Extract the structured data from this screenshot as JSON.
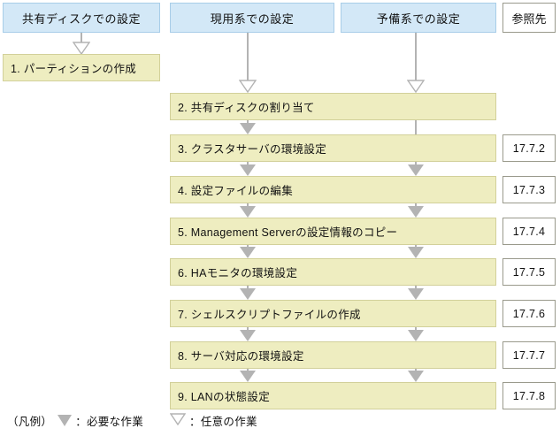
{
  "columns": [
    {
      "id": "shared-disk",
      "label": "共有ディスクでの設定"
    },
    {
      "id": "active-system",
      "label": "現用系での設定"
    },
    {
      "id": "standby-system",
      "label": "予備系での設定"
    }
  ],
  "reference_header": {
    "label": "参照先"
  },
  "left_column_task": {
    "label": "1. パーティションの作成"
  },
  "tasks": [
    {
      "label": "2. 共有ディスクの割り当て",
      "reference": ""
    },
    {
      "label": "3. クラスタサーバの環境設定",
      "reference": "17.7.2"
    },
    {
      "label": "4. 設定ファイルの編集",
      "reference": "17.7.3"
    },
    {
      "label": "5. Management Serverの設定情報のコピー",
      "reference": "17.7.4"
    },
    {
      "label": "6. HAモニタの環境設定",
      "reference": "17.7.5"
    },
    {
      "label": "7. シェルスクリプトファイルの作成",
      "reference": "17.7.6"
    },
    {
      "label": "8. サーバ対応の環境設定",
      "reference": "17.7.7"
    },
    {
      "label": "9. LANの状態設定",
      "reference": "17.7.8"
    }
  ],
  "legend": {
    "title": "（凡例）",
    "items": [
      {
        "icon": "filled-down-triangle-icon",
        "text": "：必要な作業"
      },
      {
        "icon": "hollow-down-triangle-icon",
        "text": "：任意の作業"
      }
    ]
  },
  "colors": {
    "header_fill": "#d3e8f7",
    "header_border": "#a8cde8",
    "task_fill": "#eeedc0",
    "task_border": "#d2d09a",
    "connector": "#b3b3b3",
    "ref_border": "#9a9a8c"
  }
}
